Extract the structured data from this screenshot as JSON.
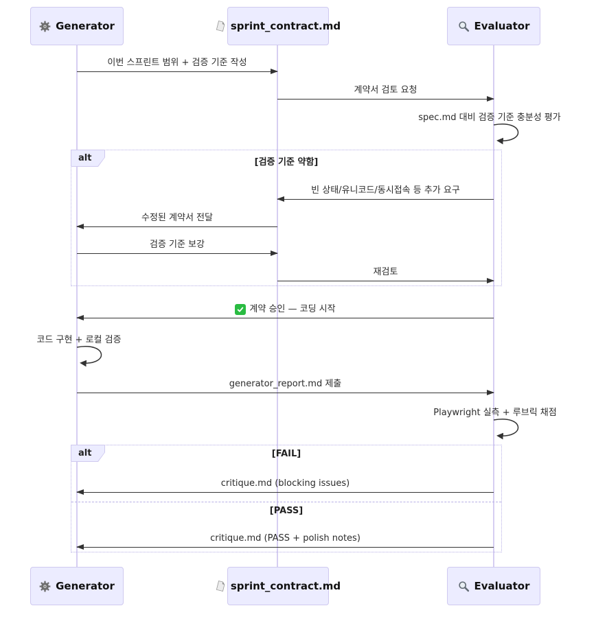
{
  "diagram": {
    "type": "sequence-diagram",
    "participants": [
      {
        "id": "generator",
        "label": "Generator",
        "icon": "gear-icon"
      },
      {
        "id": "sprint_contract",
        "label": "sprint_contract.md",
        "icon": "document-icon"
      },
      {
        "id": "evaluator",
        "label": "Evaluator",
        "icon": "magnifier-icon"
      }
    ],
    "messages": [
      {
        "from": "generator",
        "to": "sprint_contract",
        "type": "solid",
        "text": "이번 스프린트 범위 + 검증 기준 작성"
      },
      {
        "from": "sprint_contract",
        "to": "evaluator",
        "type": "solid",
        "text": "계약서 검토 요청"
      },
      {
        "from": "evaluator",
        "to": "evaluator",
        "type": "self",
        "text": "spec.md 대비 검증 기준 충분성 평가"
      },
      {
        "from": "evaluator",
        "to": "sprint_contract",
        "type": "solid",
        "text": "빈 상태/유니코드/동시접속 등 추가 요구"
      },
      {
        "from": "sprint_contract",
        "to": "generator",
        "type": "solid",
        "text": "수정된 계약서 전달"
      },
      {
        "from": "generator",
        "to": "sprint_contract",
        "type": "solid",
        "text": "검증 기준 보강"
      },
      {
        "from": "sprint_contract",
        "to": "evaluator",
        "type": "solid",
        "text": "재검토"
      },
      {
        "from": "evaluator",
        "to": "generator",
        "type": "solid",
        "icon": "check-mark-icon",
        "text": "계약 승인 — 코딩 시작"
      },
      {
        "from": "generator",
        "to": "generator",
        "type": "self",
        "text": "코드 구현 + 로컬 검증"
      },
      {
        "from": "generator",
        "to": "evaluator",
        "type": "solid",
        "text": "generator_report.md 제출"
      },
      {
        "from": "evaluator",
        "to": "evaluator",
        "type": "self",
        "text": "Playwright 실측 + 루브릭 채점"
      },
      {
        "from": "evaluator",
        "to": "generator",
        "type": "solid",
        "text": "critique.md (blocking issues)"
      },
      {
        "from": "evaluator",
        "to": "generator",
        "type": "solid",
        "text": "critique.md (PASS + polish notes)"
      }
    ],
    "alt_blocks": [
      {
        "label": "alt",
        "conditions": [
          "[검증 기준 약함]"
        ]
      },
      {
        "label": "alt",
        "conditions": [
          "[FAIL]",
          "[PASS]"
        ]
      }
    ],
    "colors": {
      "actor_fill": "#ECECFF",
      "actor_border": "#CFC9EF",
      "lifeline": "#D6CEF2",
      "alt_border": "#B6AEE6",
      "arrow": "#333333",
      "text": "#2B2B2B",
      "check_green": "#2ABC42",
      "background": "#FFFFFF"
    }
  }
}
